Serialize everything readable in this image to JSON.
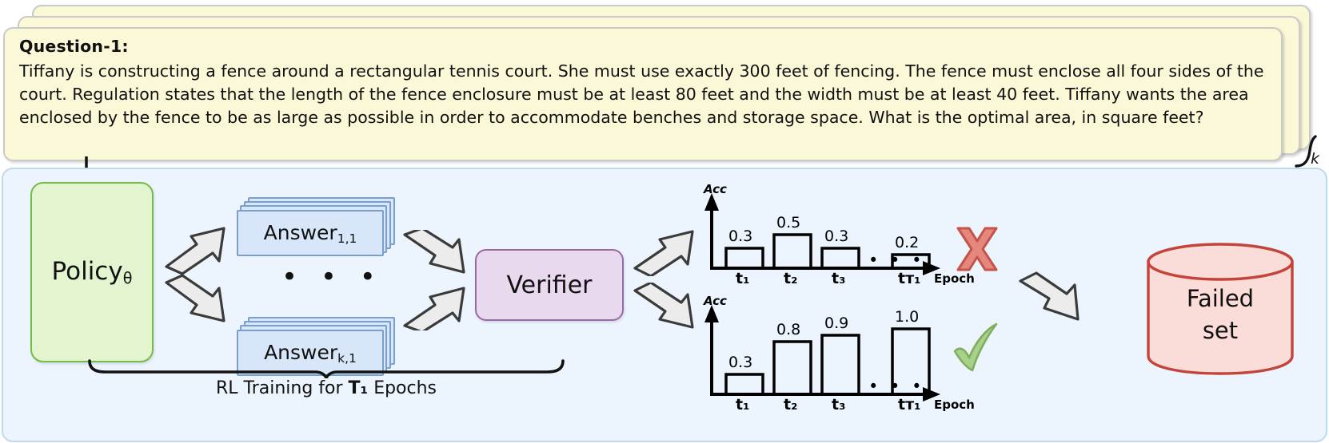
{
  "question": {
    "stack_label": "k",
    "title": "Question-1:",
    "text": "Tiffany is constructing a fence around a rectangular tennis court. She must use exactly 300 feet of fencing. The fence must enclose all four sides of the court. Regulation states that the length of the fence enclosure must be at least 80 feet and the width must be at least 40 feet. Tiffany wants the area enclosed by the fence to be as large as possible in order to accommodate benches and storage space. What is the optimal area, in square feet?"
  },
  "pipeline": {
    "policy": {
      "name": "Policy",
      "subscript": "θ"
    },
    "answers": [
      {
        "name": "Answer",
        "subscript": "1,1"
      },
      {
        "name": "Answer",
        "subscript": "k,1"
      }
    ],
    "answer_ellipsis": "• • •",
    "verifier": {
      "label": "Verifier"
    },
    "verdicts": {
      "fail_icon": "cross-mark",
      "pass_icon": "check-mark"
    },
    "failed_set": {
      "line1": "Failed",
      "line2": "set"
    },
    "training_caption": {
      "prefix": "RL Training for ",
      "epochs": "T₁",
      "suffix": " Epochs"
    }
  },
  "chart_data": [
    {
      "type": "bar",
      "id": "failing-run",
      "title": "",
      "ylabel": "Acc",
      "xlabel": "Epoch",
      "categories": [
        "t₁",
        "t₂",
        "t₃",
        "…",
        "tᴛ₁"
      ],
      "values": [
        0.3,
        0.5,
        0.3,
        null,
        0.2
      ],
      "value_labels": [
        "0.3",
        "0.5",
        "0.3",
        "",
        "0.2"
      ],
      "ylim": [
        0,
        1.0
      ],
      "grid": false,
      "legend": "none",
      "ellipsis": "• • •"
    },
    {
      "type": "bar",
      "id": "passing-run",
      "title": "",
      "ylabel": "Acc",
      "xlabel": "Epoch",
      "categories": [
        "t₁",
        "t₂",
        "t₃",
        "…",
        "tᴛ₁"
      ],
      "values": [
        0.3,
        0.8,
        0.9,
        null,
        1.0
      ],
      "value_labels": [
        "0.3",
        "0.8",
        "0.9",
        "",
        "1.0"
      ],
      "ylim": [
        0,
        1.0
      ],
      "grid": false,
      "legend": "none",
      "ellipsis": "• • •"
    }
  ],
  "colors": {
    "card_bg": "#fbf8d8",
    "panel_bg": "#ecf5fd",
    "policy_fill": "#e2f5ce",
    "policy_stroke": "#74bb4b",
    "answer_fill": "#d7e6f8",
    "answer_stroke": "#7a9fcd",
    "verifier_fill": "#e9d9ee",
    "verifier_stroke": "#9a6aa8",
    "failed_fill": "#fadcd8",
    "failed_stroke": "#c2443a",
    "cross": "#e07a74",
    "check": "#8cc06a",
    "arrow_fill": "#ececec"
  }
}
